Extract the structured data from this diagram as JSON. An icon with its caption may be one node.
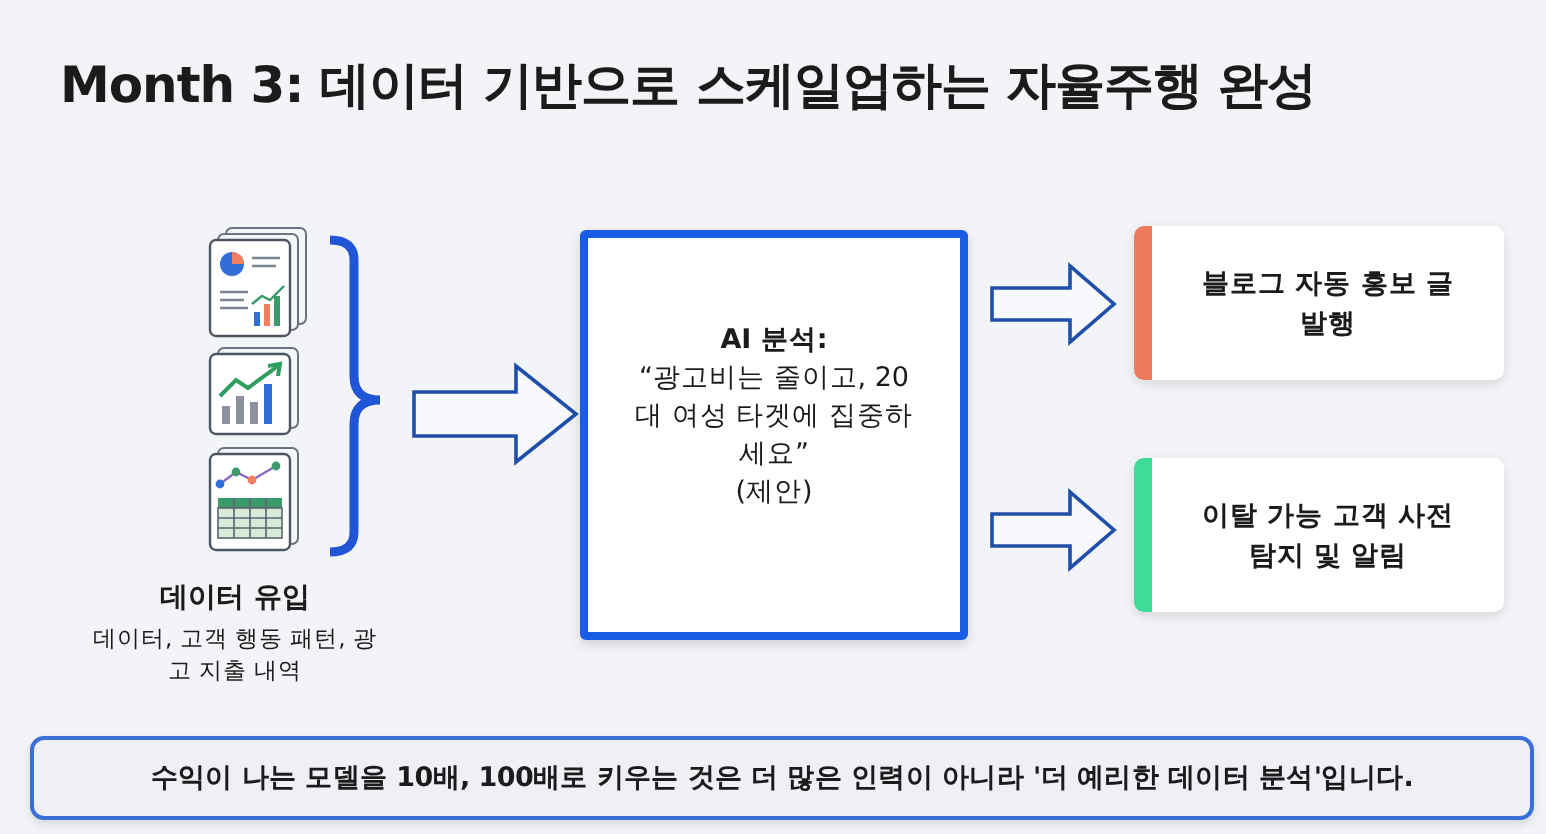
{
  "diagram": {
    "title": "Month 3: 데이터 기반으로 스케일업하는 자율주행 완성",
    "nodes": [
      {
        "text": [
          "데이터 유입",
          "데이터, 고객 행동 패턴, 광고 지출 내역"
        ]
      },
      {
        "text": [
          "AI 분석:",
          "“광고비는 줄이고, 20대 여성 타겟에 집중하세요”",
          "(제안)"
        ]
      },
      {
        "text": [
          "블로그 자동 홍보 글 발행"
        ]
      },
      {
        "text": [
          "이탈 가능 고객 사전 탐지 및 알림"
        ]
      },
      {
        "text": [
          "수익이 나는 모델을 10배, 100배로 키우는 것은 더 많은 인력이 아니라 '더 예리한 데이터 분석'입니다."
        ]
      }
    ],
    "edges": [
      {
        "from": 0,
        "to": 1,
        "arrow": "to"
      },
      {
        "from": 1,
        "to": 2,
        "arrow": "to"
      },
      {
        "from": 1,
        "to": 3,
        "arrow": "to"
      }
    ]
  }
}
